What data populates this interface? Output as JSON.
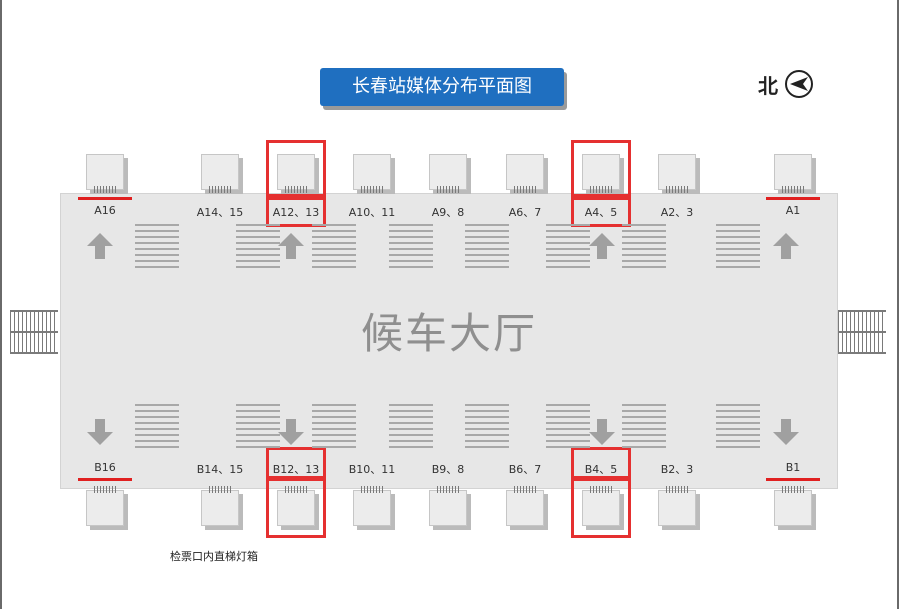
{
  "title": "长春站媒体分布平面图",
  "north": {
    "label": "北",
    "icon": "north-arrow-icon"
  },
  "hall_label": "候车大厅",
  "note": "检票口内直梯灯箱",
  "colors": {
    "title_bg": "#1f6fc0",
    "highlight": "#e53030",
    "hall": "#e7e7e7"
  },
  "gates_top": [
    {
      "label": "A16",
      "highlight": "redline"
    },
    {
      "label": "A14、15",
      "highlight": "none"
    },
    {
      "label": "A12、13",
      "highlight": "redbox"
    },
    {
      "label": "A10、11",
      "highlight": "none"
    },
    {
      "label": "A9、8",
      "highlight": "none"
    },
    {
      "label": "A6、7",
      "highlight": "none"
    },
    {
      "label": "A4、5",
      "highlight": "redbox"
    },
    {
      "label": "A2、3",
      "highlight": "none"
    },
    {
      "label": "A1",
      "highlight": "redline"
    }
  ],
  "gates_bottom": [
    {
      "label": "B16",
      "highlight": "redline"
    },
    {
      "label": "B14、15",
      "highlight": "none"
    },
    {
      "label": "B12、13",
      "highlight": "redbox"
    },
    {
      "label": "B10、11",
      "highlight": "none"
    },
    {
      "label": "B9、8",
      "highlight": "none"
    },
    {
      "label": "B6、7",
      "highlight": "none"
    },
    {
      "label": "B4、5",
      "highlight": "redbox"
    },
    {
      "label": "B2、3",
      "highlight": "none"
    },
    {
      "label": "B1",
      "highlight": "redline"
    }
  ]
}
